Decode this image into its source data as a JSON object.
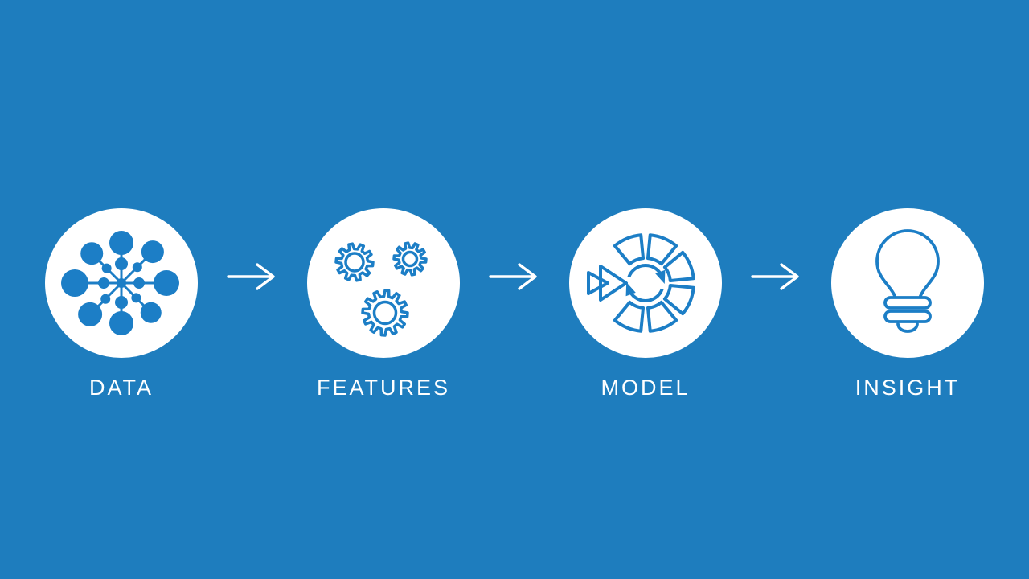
{
  "slide": {
    "background_color": "#1e7dbe",
    "accent_color": "#1c7ec6",
    "text_color": "#ffffff"
  },
  "steps": [
    {
      "label": "DATA",
      "icon": "data-network-icon"
    },
    {
      "label": "FEATURES",
      "icon": "gears-icon"
    },
    {
      "label": "MODEL",
      "icon": "model-cycle-wheel-icon"
    },
    {
      "label": "INSIGHT",
      "icon": "lightbulb-icon"
    }
  ],
  "connector": {
    "icon": "right-arrow-icon"
  }
}
